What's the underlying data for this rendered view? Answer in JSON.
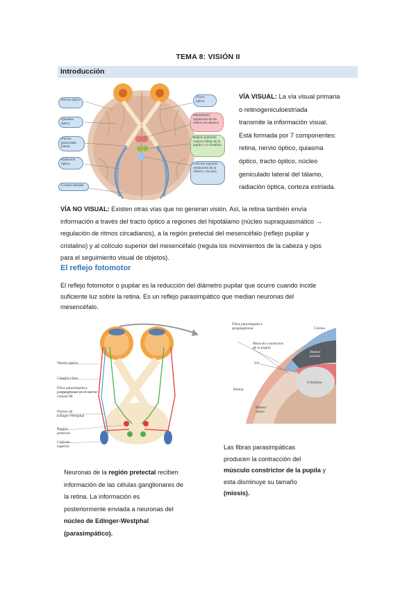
{
  "page": {
    "title": "TEMA 8: VISIÓN II",
    "section_intro": "Introducción",
    "via_visual": {
      "label": "VÍA VISUAL:",
      "lines": [
        " La vía visual primaria",
        "o retinogeniculoestriada",
        "transmite la información visual.",
        "Está formada por 7 componentes:",
        "retina, nervio óptico, quiasma",
        "óptico, tracto óptico, núcleo",
        "geniculado lateral del tálamo,",
        "radiación óptica, corteza estriada."
      ]
    },
    "via_no_visual": {
      "label": "VÍA NO VISUAL:",
      "lines": [
        " Existen otras vías que no generan visión. Así, la retina también envía",
        "información a través del tracto óptico a regiones del hipotálamo (núcleo supraquiasmático →",
        "regulación de ritmos circadianos), a la región pretectal del mesencéfalo (reflejo pupilar y",
        "cristalino) y al colículo superior del mesencéfalo (regula los movimientos de la cabeza y ojos",
        "para el seguimiento visual de objetos)."
      ]
    },
    "reflejo_heading": "El reflejo fotomotor",
    "reflejo_lines": [
      "El reflejo fotomotor o pupilar es la reducción del diámetro pupilar que ocurre cuando incide",
      "suficiente luz sobre la retina. Es un reflejo parasimpático que median neuronas del",
      "mesencéfalo."
    ],
    "caption_left": {
      "l1a": "Neuronas de la ",
      "l1b": "región pretectal",
      "l1c": " reciben",
      "l2": "información de las células ganglionares de",
      "l3": "la retina. La información es",
      "l4": "posteriormente enviada a neuronas del",
      "l5": "núcleo de Edinger-Westphal",
      "l6": "(parasimpático)."
    },
    "caption_right": {
      "l1": "Las fibras parasimpáticas",
      "l2": "producen la contracción del",
      "l3": "músculo constrictor de la pupila",
      "l3b": " y",
      "l4": "esta disminuye su tamaño",
      "l5": "(miosis)."
    },
    "fig1_labels": {
      "left": [
        "Nervio óptico",
        "Quiasma óptico",
        "Núcleo geniculado lateral",
        "Radiación óptica",
        "Corteza estriada"
      ],
      "right": [
        "Tracto óptico",
        "Hipotálamo: regulación de los ritmos circadianos",
        "Región pretectal: control reflejo de la pupila y el cristalino",
        "Colículo superior: orientación de la cabeza y los ojos"
      ]
    },
    "fig2_labels": [
      "Nervio óptico",
      "Ganglio ciliar",
      "Fibra parasimpática preganglionar en el nervio craneal III",
      "Núcleo de Edinger-Westphal",
      "Región pretectal",
      "Colículo superior"
    ],
    "fig3_labels": {
      "fibra": "Fibra parasimpática posganglionar",
      "musculo": "Músculo constrictor de la pupila",
      "iris": "Iris",
      "retina": "Retina",
      "cornea": "Córnea",
      "humor_acuoso": "Humor acuoso",
      "cristalino": "Cristalino",
      "humor_vitreo": "Humor vítreo"
    }
  }
}
